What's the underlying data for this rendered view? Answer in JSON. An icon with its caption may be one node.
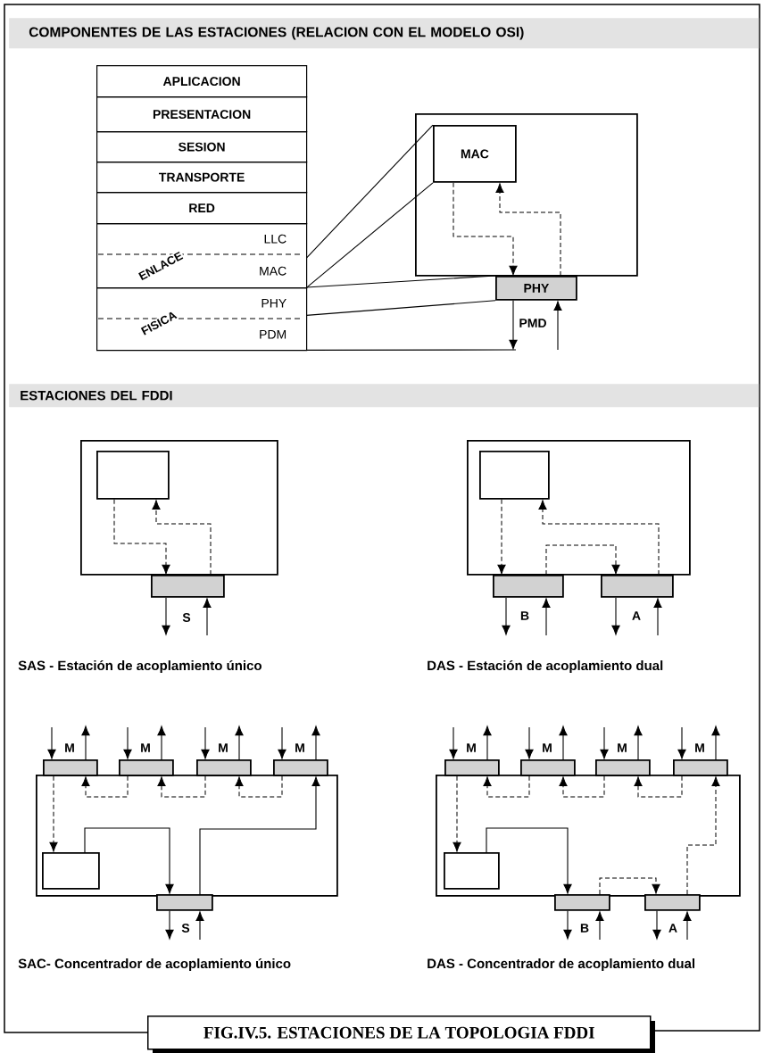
{
  "diagram": {
    "title": "COMPONENTES DE LAS ESTACIONES (RELACION CON EL MODELO OSI)",
    "caption": "FIG.IV.5. ESTACIONES DE LA TOPOLOGIA FDDI",
    "nodes": [
      {
        "text": [
          "APLICACION"
        ]
      },
      {
        "text": [
          "PRESENTACION"
        ]
      },
      {
        "text": [
          "SESION"
        ]
      },
      {
        "text": [
          "TRANSPORTE"
        ]
      },
      {
        "text": [
          "RED"
        ]
      },
      {
        "text": [
          "ENLACE"
        ]
      },
      {
        "text": [
          "LLC"
        ],
        "in": 5
      },
      {
        "text": [
          "MAC"
        ],
        "in": 5
      },
      {
        "text": [
          "FISICA"
        ]
      },
      {
        "text": [
          "PHY"
        ],
        "in": 8
      },
      {
        "text": [
          "PDM"
        ],
        "in": 8
      },
      {
        "text": [],
        "shape": "box"
      },
      {
        "text": [
          "MAC"
        ],
        "in": 11
      },
      {
        "text": [
          "PHY"
        ]
      },
      {
        "text": [],
        "shape": "box"
      },
      {
        "text": [],
        "shape": "box",
        "in": 14
      },
      {
        "text": [],
        "shape": "bar"
      },
      {
        "text": [],
        "shape": "box"
      },
      {
        "text": [],
        "shape": "box",
        "in": 17
      },
      {
        "text": [],
        "shape": "bar"
      },
      {
        "text": [],
        "shape": "bar"
      },
      {
        "text": [],
        "shape": "box"
      },
      {
        "text": [],
        "shape": "bar"
      },
      {
        "text": [],
        "shape": "bar"
      },
      {
        "text": [],
        "shape": "bar"
      },
      {
        "text": [],
        "shape": "bar"
      },
      {
        "text": [],
        "shape": "box",
        "in": 21
      },
      {
        "text": [],
        "shape": "bar"
      },
      {
        "text": [],
        "shape": "box"
      },
      {
        "text": [],
        "shape": "bar"
      },
      {
        "text": [],
        "shape": "bar"
      },
      {
        "text": [],
        "shape": "bar"
      },
      {
        "text": [],
        "shape": "bar"
      },
      {
        "text": [],
        "shape": "box",
        "in": 28
      },
      {
        "text": [],
        "shape": "bar"
      },
      {
        "text": [],
        "shape": "bar"
      }
    ],
    "edges": [
      {
        "from": 7,
        "to": 12,
        "arrow": "none"
      },
      {
        "from": 7,
        "to": 12,
        "arrow": "none"
      },
      {
        "from": 9,
        "to": 13,
        "arrow": "none"
      },
      {
        "from": 9,
        "to": 13,
        "arrow": "none"
      },
      {
        "from": 10,
        "to": null,
        "arrow": "none"
      },
      {
        "from": 12,
        "to": 13,
        "arrow": "to",
        "style": "dashed"
      },
      {
        "from": 13,
        "to": 12,
        "arrow": "to",
        "style": "dashed"
      },
      {
        "from": 13,
        "to": null,
        "arrow": "to",
        "label": "PMD"
      },
      {
        "from": null,
        "to": 13,
        "arrow": "to"
      },
      {
        "from": 15,
        "to": 16,
        "arrow": "to",
        "style": "dashed"
      },
      {
        "from": 16,
        "to": 15,
        "arrow": "to",
        "style": "dashed"
      },
      {
        "from": 16,
        "to": null,
        "arrow": "to",
        "label": "S"
      },
      {
        "from": null,
        "to": 16,
        "arrow": "to"
      },
      {
        "from": 18,
        "to": 19,
        "arrow": "to",
        "style": "dashed"
      },
      {
        "from": 20,
        "to": 18,
        "arrow": "to",
        "style": "dashed"
      },
      {
        "from": 19,
        "to": 20,
        "arrow": "to",
        "style": "dashed"
      },
      {
        "from": 19,
        "to": null,
        "arrow": "to",
        "label": "B"
      },
      {
        "from": null,
        "to": 19,
        "arrow": "to"
      },
      {
        "from": 20,
        "to": null,
        "arrow": "to",
        "label": "A"
      },
      {
        "from": null,
        "to": 20,
        "arrow": "to"
      },
      {
        "from": null,
        "to": 22,
        "arrow": "to"
      },
      {
        "from": null,
        "to": 23,
        "arrow": "to"
      },
      {
        "from": null,
        "to": 24,
        "arrow": "to"
      },
      {
        "from": null,
        "to": 25,
        "arrow": "to"
      },
      {
        "from": 22,
        "to": null,
        "arrow": "to",
        "label": "M"
      },
      {
        "from": 23,
        "to": null,
        "arrow": "to",
        "label": "M"
      },
      {
        "from": 24,
        "to": null,
        "arrow": "to",
        "label": "M"
      },
      {
        "from": 25,
        "to": null,
        "arrow": "to",
        "label": "M"
      },
      {
        "from": 22,
        "to": 26,
        "arrow": "to",
        "style": "dashed"
      },
      {
        "from": 23,
        "to": 22,
        "arrow": "to",
        "style": "dashed"
      },
      {
        "from": 24,
        "to": 23,
        "arrow": "to",
        "style": "dashed"
      },
      {
        "from": 25,
        "to": 24,
        "arrow": "to",
        "style": "dashed"
      },
      {
        "from": 26,
        "to": 27,
        "arrow": "to"
      },
      {
        "from": 27,
        "to": 25,
        "arrow": "to"
      },
      {
        "from": 27,
        "to": null,
        "arrow": "to",
        "label": "S"
      },
      {
        "from": null,
        "to": 27,
        "arrow": "to"
      },
      {
        "from": null,
        "to": 29,
        "arrow": "to"
      },
      {
        "from": null,
        "to": 30,
        "arrow": "to"
      },
      {
        "from": null,
        "to": 31,
        "arrow": "to"
      },
      {
        "from": null,
        "to": 32,
        "arrow": "to"
      },
      {
        "from": 29,
        "to": null,
        "arrow": "to",
        "label": "M"
      },
      {
        "from": 30,
        "to": null,
        "arrow": "to",
        "label": "M"
      },
      {
        "from": 31,
        "to": null,
        "arrow": "to",
        "label": "M"
      },
      {
        "from": 32,
        "to": null,
        "arrow": "to",
        "label": "M"
      },
      {
        "from": 29,
        "to": 33,
        "arrow": "to",
        "style": "dashed"
      },
      {
        "from": 30,
        "to": 29,
        "arrow": "to",
        "style": "dashed"
      },
      {
        "from": 31,
        "to": 30,
        "arrow": "to",
        "style": "dashed"
      },
      {
        "from": 32,
        "to": 31,
        "arrow": "to",
        "style": "dashed"
      },
      {
        "from": 33,
        "to": 34,
        "arrow": "to"
      },
      {
        "from": 35,
        "to": 32,
        "arrow": "to",
        "style": "dashed"
      },
      {
        "from": 34,
        "to": 35,
        "arrow": "to",
        "style": "dashed"
      },
      {
        "from": 34,
        "to": null,
        "arrow": "to",
        "label": "B"
      },
      {
        "from": null,
        "to": 34,
        "arrow": "to"
      },
      {
        "from": 35,
        "to": null,
        "arrow": "to",
        "label": "A"
      },
      {
        "from": null,
        "to": 35,
        "arrow": "to"
      }
    ],
    "labels": [
      "ESTACIONES DEL FDDI",
      "SAS - Estación de acoplamiento único",
      "DAS - Estación de acoplamiento dual",
      "SAC- Concentrador de acoplamiento único",
      "DAS - Concentrador de acoplamiento dual"
    ]
  }
}
